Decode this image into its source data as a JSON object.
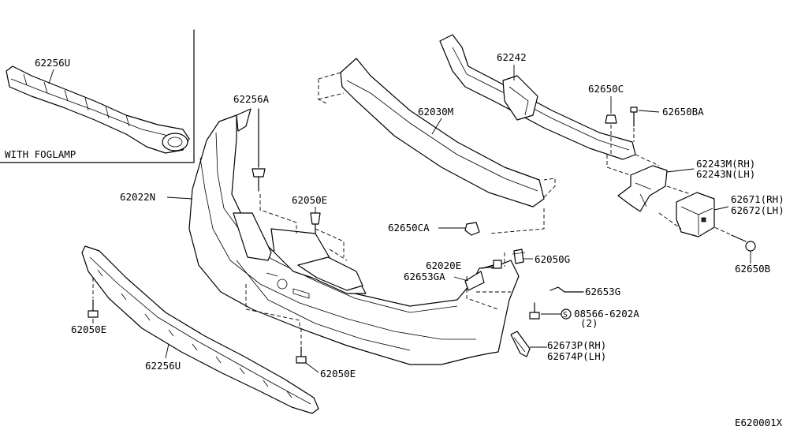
{
  "inset": {
    "caption": "WITH FOGLAMP",
    "part": "62256U"
  },
  "labels": {
    "p62242": "62242",
    "p62256A": "62256A",
    "p62030M": "62030M",
    "p62650C": "62650C",
    "p62650BA": "62650BA",
    "p62243M": "62243M(RH)",
    "p62243N": "62243N(LH)",
    "p62022N": "62022N",
    "p62050E_top": "62050E",
    "p62671": "62671(RH)",
    "p62672": "62672(LH)",
    "p62650CA": "62650CA",
    "p62650B": "62650B",
    "p62020E": "62020E",
    "p62050G": "62050G",
    "p62653GA": "62653GA",
    "p62653G": "62653G",
    "p08566": "08566-6202A",
    "p08566_qty": "(2)",
    "p08566_symbol": "S",
    "p62050E_left": "62050E",
    "p62673P": "62673P(RH)",
    "p62674P": "62674P(LH)",
    "p62256U": "62256U",
    "p62050E_bottom": "62050E"
  },
  "footer": {
    "code": "E620001X"
  }
}
